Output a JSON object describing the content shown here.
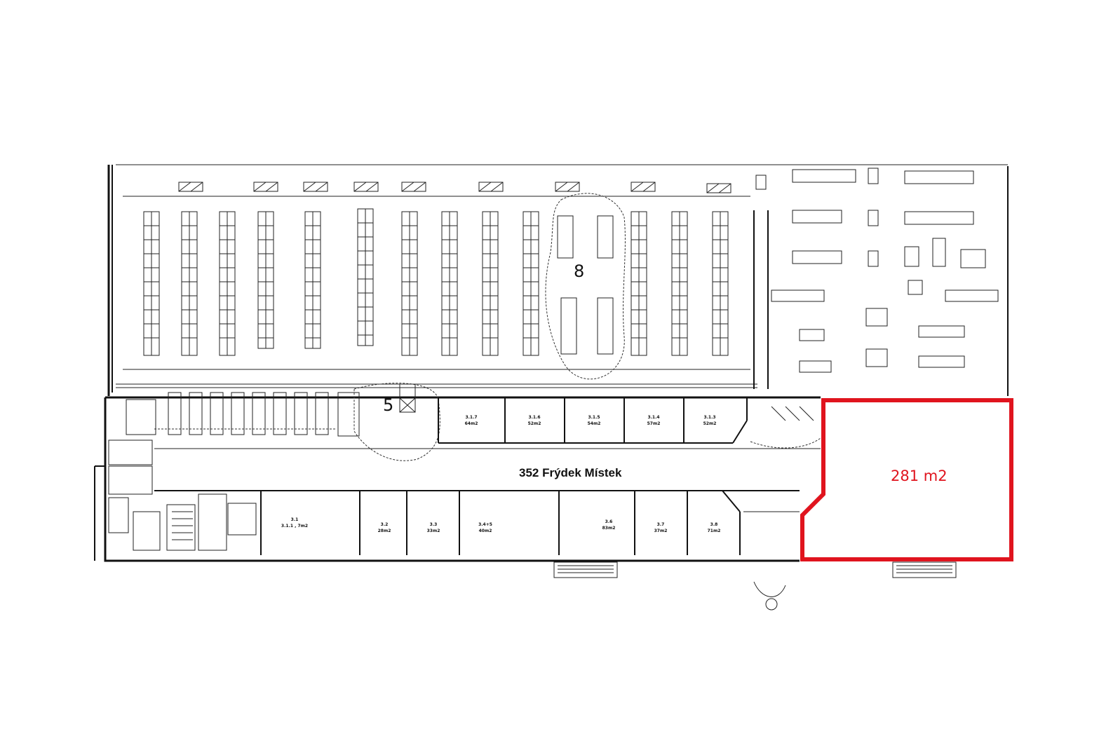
{
  "plan": {
    "store_label": "352 Frýdek Místek",
    "highlight": {
      "area_label": "281 m2",
      "color": "#e0141e"
    },
    "zone_labels": [
      "5",
      "8"
    ],
    "units_top": [
      {
        "code": "3.1.7",
        "area": "64m2"
      },
      {
        "code": "3.1.6",
        "area": "52m2"
      },
      {
        "code": "3.1.5",
        "area": "54m2"
      },
      {
        "code": "3.1.4",
        "area": "57m2"
      },
      {
        "code": "3.1.3",
        "area": "52m2"
      }
    ],
    "units_bottom": [
      {
        "code": "3.1",
        "area": "3.1.1 , 7m2"
      },
      {
        "code": "3.2",
        "area": "28m2"
      },
      {
        "code": "3.3",
        "area": "33m2"
      },
      {
        "code": "3.4+5",
        "area": "40m2"
      },
      {
        "code": "3.6",
        "area": "83m2"
      },
      {
        "code": "3.7",
        "area": "37m2"
      },
      {
        "code": "3.8",
        "area": "71m2"
      }
    ]
  }
}
